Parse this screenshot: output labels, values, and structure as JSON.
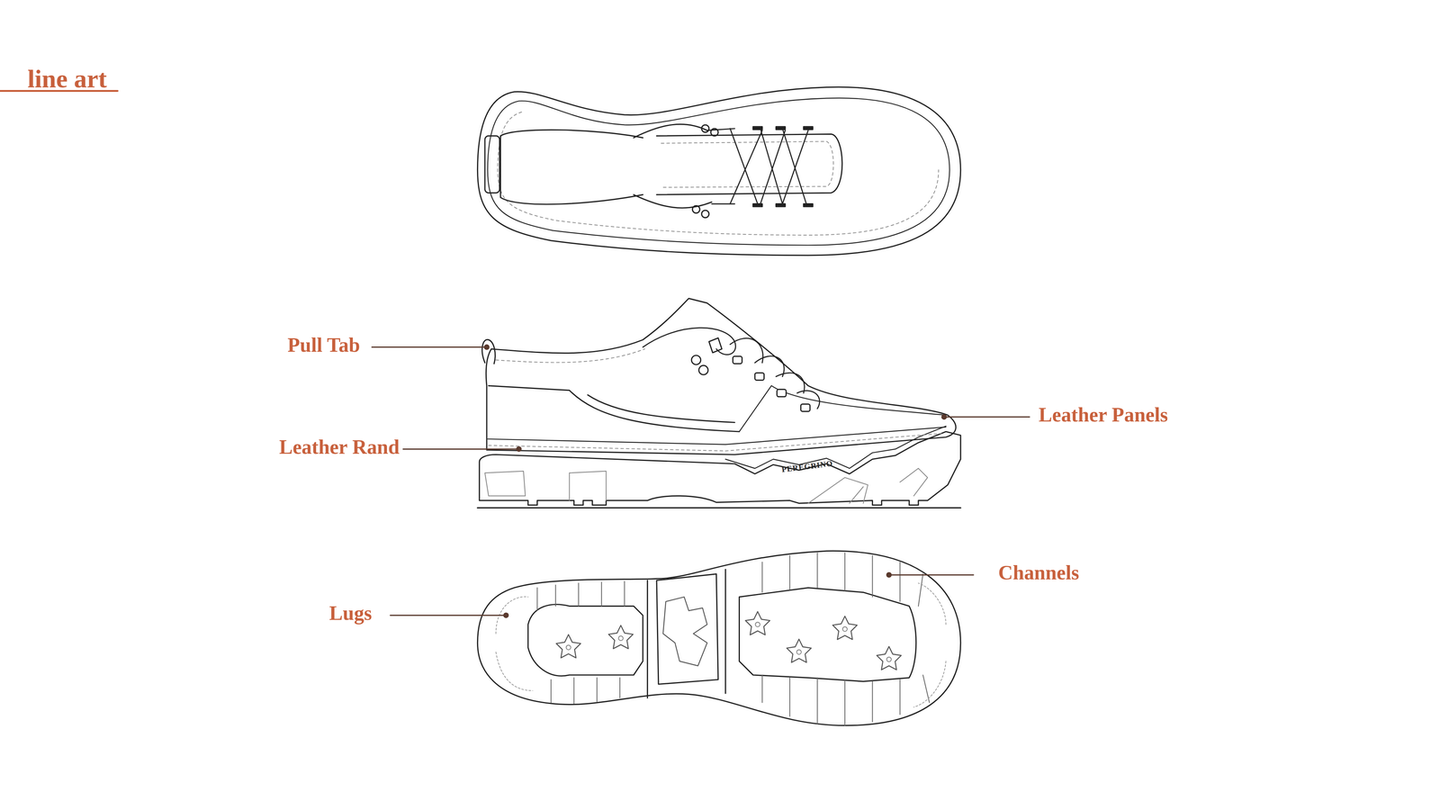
{
  "diagram": {
    "title": "line art",
    "labels": [
      "Pull Tab",
      "Leather Panels",
      "Leather Rand",
      "PEREGRINO",
      "Channels",
      "Lugs"
    ]
  }
}
